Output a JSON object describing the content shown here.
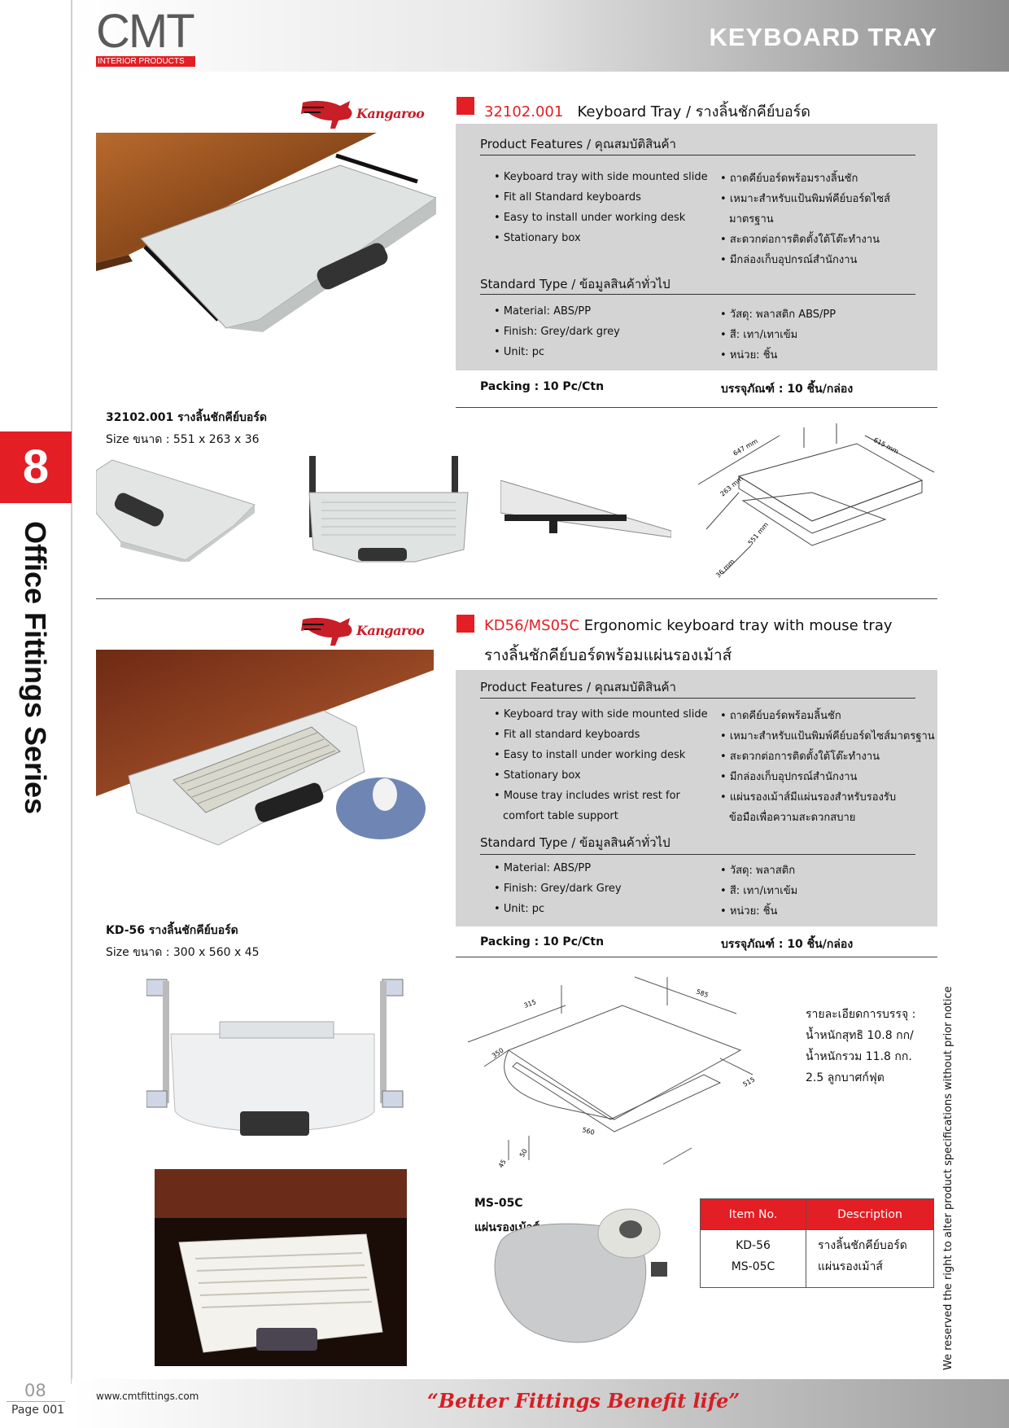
{
  "header": {
    "logo_text": "CMT",
    "logo_subtitle": "INTERIOR PRODUCTS",
    "page_heading": "KEYBOARD TRAY"
  },
  "sidebar": {
    "chapter_number": "8",
    "series_title": "Office Fittings Series"
  },
  "brand_name": "Kangaroo",
  "section1": {
    "code": "32102.001",
    "title": "Keyboard Tray / รางลิ้นชักคีย์บอร์ด",
    "features_heading": "Product Features / คุณสมบัติสินค้า",
    "features_en": [
      "Keyboard tray with side mounted slide",
      "Fit all Standard keyboards",
      "Easy to install under working desk",
      "Stationary box"
    ],
    "features_th": [
      "ถาดคีย์บอร์ดพร้อมรางลิ้นชัก",
      "เหมาะสำหรับแป้นพิมพ์คีย์บอร์ดไซส์",
      "มาตรฐาน",
      "สะดวกต่อการติดตั้งใต้โต๊ะทำงาน",
      "มีกล่องเก็บอุปกรณ์สำนักงาน"
    ],
    "standard_heading": "Standard Type / ข้อมูลสินค้าทั่วไป",
    "standard_en": [
      "Material: ABS/PP",
      "Finish: Grey/dark grey",
      "Unit: pc"
    ],
    "standard_th": [
      "วัสดุ: พลาสติก ABS/PP",
      "สี: เทา/เทาเข้ม",
      "หน่วย: ชิ้น"
    ],
    "packing_en": "Packing : 10 Pc/Ctn",
    "packing_th": "บรรจุภัณฑ์ :  10 ชิ้น/กล่อง",
    "caption_title": "32102.001 รางลิ้นชักคีย์บอร์ด",
    "caption_size": "Size ขนาด : 551 x 263 x 36",
    "dims": [
      "647 mm",
      "615 mm",
      "263 mm",
      "551 mm",
      "36 mm"
    ]
  },
  "section2": {
    "code": "KD56/MS05C",
    "title": "Ergonomic keyboard tray with mouse tray",
    "title_th": "รางลิ้นชักคีย์บอร์ดพร้อมแผ่นรองเม้าส์",
    "features_heading": "Product Features / คุณสมบัติสินค้า",
    "features_en": [
      "Keyboard tray with side mounted slide",
      "Fit all standard keyboards",
      "Easy to install under working desk",
      "Stationary box",
      "Mouse tray includes wrist rest for"
    ],
    "features_en_cont": "comfort table support",
    "features_th": [
      "ถาดคีย์บอร์ดพร้อมลิ้นชัก",
      "เหมาะสำหรับแป้นพิมพ์คีย์บอร์ดไซส์มาตรฐาน",
      "สะดวกต่อการติดตั้งใต้โต๊ะทำงาน",
      "มีกล่องเก็บอุปกรณ์สำนักงาน",
      "แผ่นรองเม้าส์มีแผ่นรองสำหรับรองรับ"
    ],
    "features_th_cont": "ข้อมือเพื่อความสะดวกสบาย",
    "standard_heading": "Standard Type / ข้อมูลสินค้าทั่วไป",
    "standard_en": [
      "Material: ABS/PP",
      "Finish: Grey/dark Grey",
      "Unit: pc"
    ],
    "standard_th": [
      "วัสดุ: พลาสติก",
      "สี: เทา/เทาเข้ม",
      "หน่วย: ชิ้น"
    ],
    "packing_en": "Packing :   10  Pc/Ctn",
    "packing_th": "บรรจุภัณฑ์ :   10  ชิ้น/กล่อง",
    "caption_title": "KD-56  รางลิ้นชักคีย์บอร์ด",
    "caption_size": "Size ขนาด : 300 x 560 x 45",
    "packing_notes": [
      "รายละเอียดการบรรจุ :",
      "น้ำหนักสุทธิ 10.8 กก/",
      "น้ำหนักรวม 11.8 กก.",
      "2.5 ลูกบาศก์ฟุต"
    ],
    "mouse_caption_code": "MS-05C",
    "mouse_caption_th": "แผ่นรองเม้าส์",
    "dims": [
      "315",
      "585",
      "350",
      "515",
      "560",
      "45",
      "50"
    ],
    "table": {
      "headers": [
        "Item No.",
        "Description"
      ],
      "rows": [
        [
          "KD-56",
          "รางลิ้นชักคีย์บอร์ด"
        ],
        [
          "MS-05C",
          "แผ่นรองเม้าส์"
        ]
      ]
    }
  },
  "footer": {
    "url": "www.cmtfittings.com",
    "slogan": "“Better Fittings Benefit life”",
    "page_number": "08",
    "page_label": "Page 001"
  },
  "disclaimer": "We reserved the right to alter product specifications without prior notice",
  "colors": {
    "accent_red": "#e31e24",
    "panel_grey": "#d4d4d4",
    "header_grey": "#8c8c8c"
  }
}
